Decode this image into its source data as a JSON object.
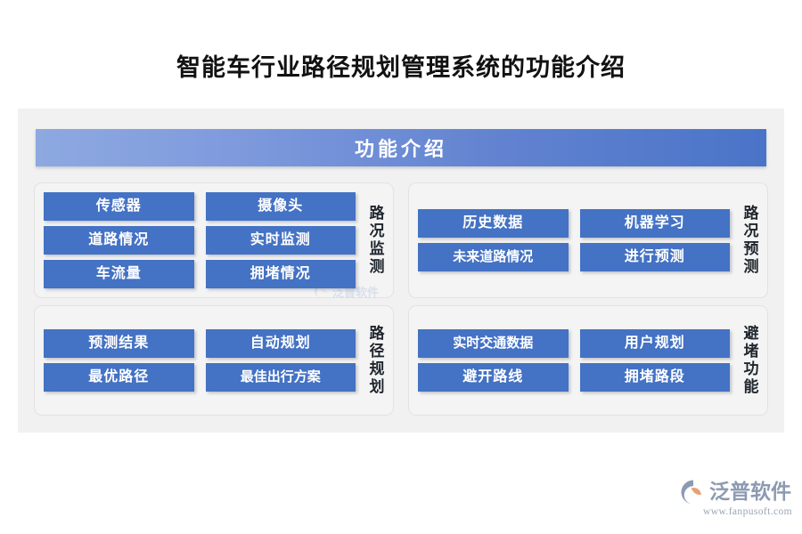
{
  "page": {
    "title": "智能车行业路径规划管理系统的功能介绍"
  },
  "banner": {
    "title": "功能介绍",
    "gradient_from": "#8ea9e0",
    "gradient_to": "#4a74c8"
  },
  "theme": {
    "chip_color": "#4472c4",
    "panel_bg": "#f1f1f1",
    "card_bg": "#f4f4f4",
    "card_border": "#e2e2e2",
    "label_color": "#20262e"
  },
  "cards": [
    {
      "label": "路况监测",
      "col_left": [
        "传感器",
        "道路情况",
        "车流量"
      ],
      "col_right": [
        "摄像头",
        "实时监测",
        "拥堵情况"
      ]
    },
    {
      "label": "路况预测",
      "col_left": [
        "历史数据",
        "未来道路情况"
      ],
      "col_right": [
        "机器学习",
        "进行预测"
      ]
    },
    {
      "label": "路径规划",
      "col_left": [
        "预测结果",
        "最优路径"
      ],
      "col_right": [
        "自动规划",
        "最佳出行方案"
      ]
    },
    {
      "label": "避堵功能",
      "col_left": [
        "实时交通数据",
        "避开路线"
      ],
      "col_right": [
        "用户规划",
        "拥堵路段"
      ]
    }
  ],
  "watermark": {
    "text": "泛普软件"
  },
  "footer_logo": {
    "word": "泛普软件",
    "url": "www.fanpusoft.com",
    "mark_blue": "#8c9ab2",
    "mark_orange": "#e8a07a"
  }
}
